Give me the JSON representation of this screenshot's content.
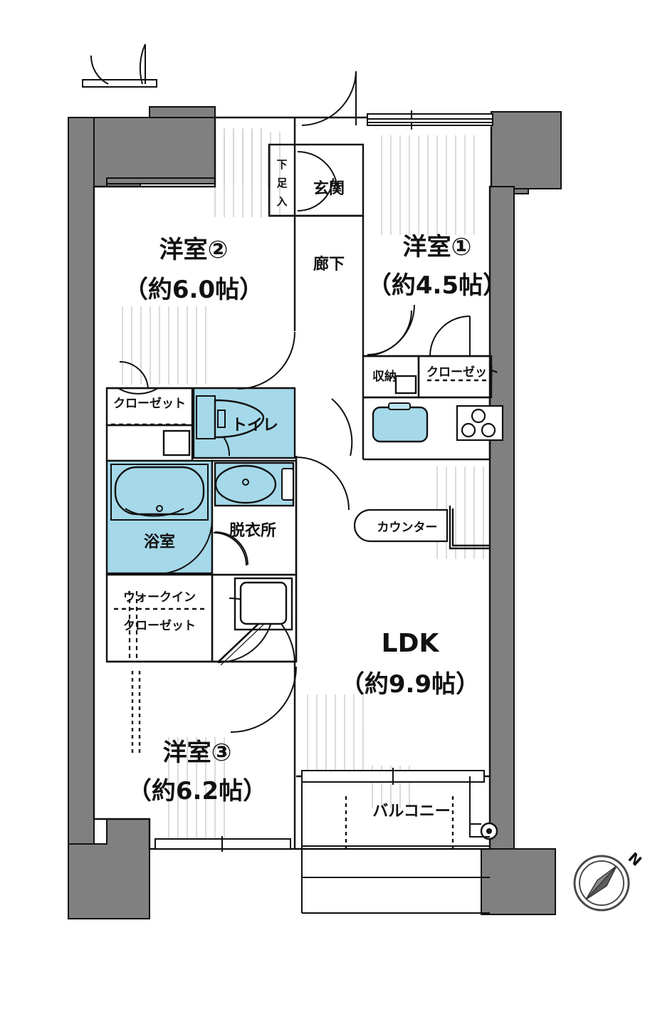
{
  "document": {
    "type": "floor-plan",
    "layout_name": "3LDK",
    "orientation_marker": "N"
  },
  "colors": {
    "wall_solid": "#808080",
    "line": "#111111",
    "water_fixture": "#a5d9ea",
    "background": "#ffffff",
    "hatch": "#b8b8b8"
  },
  "rooms": [
    {
      "id": "washitsu2",
      "name": "洋室②",
      "area": "（約6.0帖）"
    },
    {
      "id": "washitsu1",
      "name": "洋室①",
      "area": "（約4.5帖）"
    },
    {
      "id": "washitsu3",
      "name": "洋室③",
      "area": "（約6.2帖）"
    },
    {
      "id": "ldk",
      "name": "LDK",
      "area": "（約9.9帖）"
    }
  ],
  "labels": {
    "genkan": "玄関",
    "getabako": "下足入",
    "rouka": "廊下",
    "toilet": "トイレ",
    "yokushitsu": "浴室",
    "datsuijo": "脱衣所",
    "closet": "クローゼット",
    "closet_bed1": "クローゼット",
    "shuno": "収納",
    "walkin_line1": "ウォークイン",
    "walkin_line2": "クローゼット",
    "counter": "カウンター",
    "balcony": "バルコニー",
    "north": "N"
  },
  "fixtures": [
    {
      "id": "bathtub",
      "label": "bathtub"
    },
    {
      "id": "vanity",
      "label": "vanity-sink"
    },
    {
      "id": "toilet",
      "label": "toilet-bowl"
    },
    {
      "id": "sink",
      "label": "kitchen-sink"
    },
    {
      "id": "stove",
      "label": "stove-3-burner"
    },
    {
      "id": "washer",
      "label": "washing-machine"
    },
    {
      "id": "hose-tap",
      "label": "balcony-tap"
    }
  ]
}
